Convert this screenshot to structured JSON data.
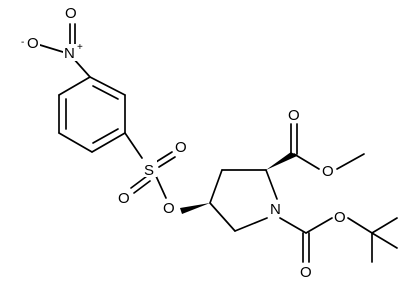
{
  "atoms": {
    "nitro_o_minus": "O",
    "nitro_charge_minus": "-",
    "nitro_n": "N",
    "nitro_charge_plus": "+",
    "nitro_o_top": "O",
    "sulfonyl_s": "S",
    "sulfonyl_o_right": "O",
    "sulfonyl_o_bottom": "O",
    "ester_o_link": "O",
    "ring_n": "N",
    "methyl_ester_o_carbonyl": "O",
    "methyl_ester_o": "O",
    "boc_o_ether": "O",
    "boc_o_carbonyl": "O"
  }
}
